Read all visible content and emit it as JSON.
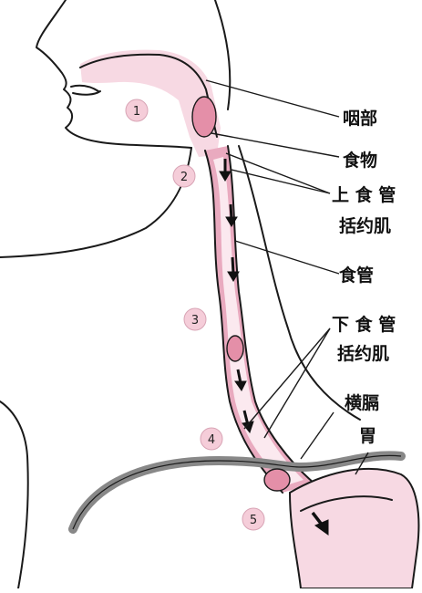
{
  "labels": {
    "pharynx": "咽部",
    "food": "食物",
    "upper_sphincter_1": "上 食 管",
    "upper_sphincter_2": "括约肌",
    "esophagus": "食管",
    "lower_sphincter_1": "下 食 管",
    "lower_sphincter_2": "括约肌",
    "diaphragm": "横膈",
    "stomach": "胃"
  },
  "steps": [
    "1",
    "2",
    "3",
    "4",
    "5"
  ],
  "colors": {
    "tissue": "#f7d9e3",
    "tube_wall": "#e9aabf",
    "bolus": "#e48fa8",
    "step_circle": "#f5cdd9",
    "diaphragm": "#888888",
    "outline": "#1a1a1a"
  }
}
